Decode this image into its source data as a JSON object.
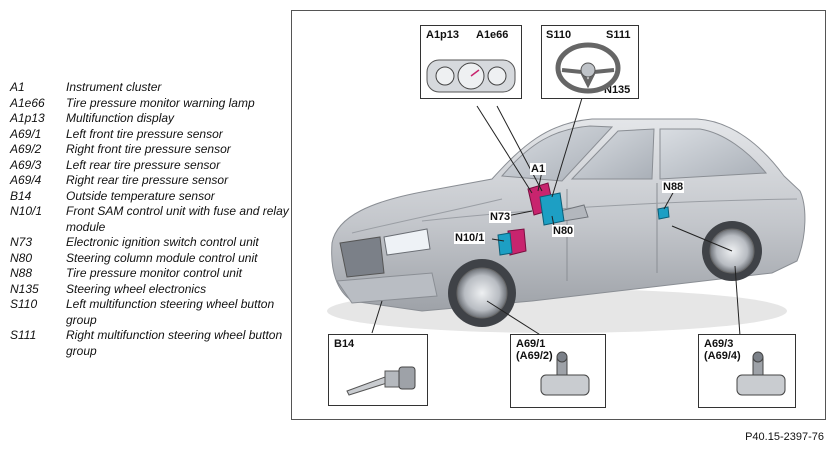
{
  "legend": [
    {
      "code": "A1",
      "desc": "Instrument cluster"
    },
    {
      "code": "A1e66",
      "desc": "Tire pressure monitor warning lamp"
    },
    {
      "code": "A1p13",
      "desc": "Multifunction display"
    },
    {
      "code": "A69/1",
      "desc": "Left front tire pressure sensor"
    },
    {
      "code": "A69/2",
      "desc": "Right front tire pressure sensor"
    },
    {
      "code": "A69/3",
      "desc": "Left rear tire pressure sensor"
    },
    {
      "code": "A69/4",
      "desc": "Right rear tire pressure sensor"
    },
    {
      "code": "B14",
      "desc": "Outside temperature sensor"
    },
    {
      "code": "N10/1",
      "desc": "Front SAM control unit with fuse and relay module"
    },
    {
      "code": "N73",
      "desc": "Electronic ignition switch control unit"
    },
    {
      "code": "N80",
      "desc": "Steering column module control unit"
    },
    {
      "code": "N88",
      "desc": "Tire pressure monitor control unit"
    },
    {
      "code": "N135",
      "desc": "Steering wheel electronics"
    },
    {
      "code": "S110",
      "desc": "Left multifunction steering wheel button group"
    },
    {
      "code": "S111",
      "desc": "Right multifunction steering wheel button group"
    }
  ],
  "boxes": {
    "cluster": {
      "label_a": "A1p13",
      "label_b": "A1e66"
    },
    "steering": {
      "label_a": "S110",
      "label_b": "S111",
      "label_c": "N135"
    },
    "b14": {
      "label": "B14"
    },
    "front_sensor": {
      "label_a": "A69/1",
      "label_b": "(A69/2)"
    },
    "rear_sensor": {
      "label_a": "A69/3",
      "label_b": "(A69/4)"
    }
  },
  "callouts": {
    "a1": "A1",
    "n73": "N73",
    "n80": "N80",
    "n10_1": "N10/1",
    "n88": "N88"
  },
  "colors": {
    "car_body": "#c9ccd0",
    "highlight_magenta": "#c8246e",
    "highlight_cyan": "#1d9fc4"
  },
  "reference": "P40.15-2397-76"
}
